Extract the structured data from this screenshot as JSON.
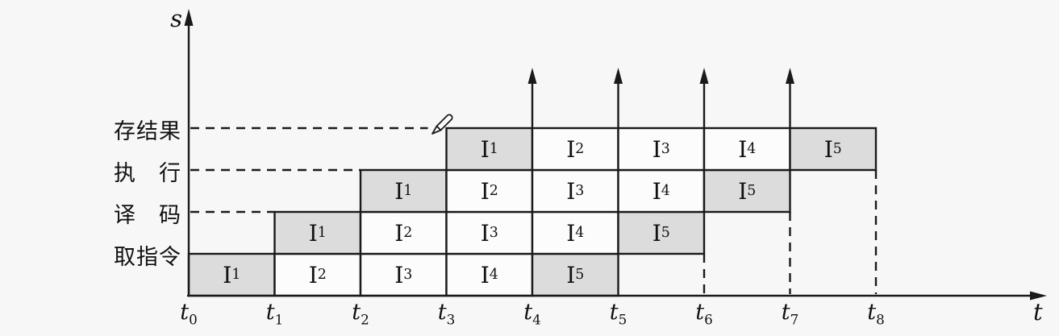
{
  "figure": {
    "type": "instruction-pipeline-timing-diagram",
    "y_axis_label": "s",
    "x_axis_label": "t",
    "colors": {
      "background": "#f7f7f7",
      "line": "#1a1a1a",
      "cell_fill": "#fcfcfc",
      "cell_fill_shaded": "#dcdcdc"
    },
    "ticks": [
      {
        "base": "t",
        "sub": "0"
      },
      {
        "base": "t",
        "sub": "1"
      },
      {
        "base": "t",
        "sub": "2"
      },
      {
        "base": "t",
        "sub": "3"
      },
      {
        "base": "t",
        "sub": "4"
      },
      {
        "base": "t",
        "sub": "5"
      },
      {
        "base": "t",
        "sub": "6"
      },
      {
        "base": "t",
        "sub": "7"
      },
      {
        "base": "t",
        "sub": "8"
      }
    ],
    "stages": [
      {
        "label": "取指令",
        "start_tick": 0,
        "cells": [
          {
            "base": "I",
            "sub": "1",
            "shaded": true
          },
          {
            "base": "I",
            "sub": "2",
            "shaded": false
          },
          {
            "base": "I",
            "sub": "3",
            "shaded": false
          },
          {
            "base": "I",
            "sub": "4",
            "shaded": false
          },
          {
            "base": "I",
            "sub": "5",
            "shaded": true
          }
        ]
      },
      {
        "label": "译　码",
        "start_tick": 1,
        "cells": [
          {
            "base": "I",
            "sub": "1",
            "shaded": true
          },
          {
            "base": "I",
            "sub": "2",
            "shaded": false
          },
          {
            "base": "I",
            "sub": "3",
            "shaded": false
          },
          {
            "base": "I",
            "sub": "4",
            "shaded": false
          },
          {
            "base": "I",
            "sub": "5",
            "shaded": true
          }
        ]
      },
      {
        "label": "执　行",
        "start_tick": 2,
        "cells": [
          {
            "base": "I",
            "sub": "1",
            "shaded": true
          },
          {
            "base": "I",
            "sub": "2",
            "shaded": false
          },
          {
            "base": "I",
            "sub": "3",
            "shaded": false
          },
          {
            "base": "I",
            "sub": "4",
            "shaded": false
          },
          {
            "base": "I",
            "sub": "5",
            "shaded": true
          }
        ]
      },
      {
        "label": "存结果",
        "start_tick": 3,
        "cells": [
          {
            "base": "I",
            "sub": "1",
            "shaded": true
          },
          {
            "base": "I",
            "sub": "2",
            "shaded": false
          },
          {
            "base": "I",
            "sub": "3",
            "shaded": false
          },
          {
            "base": "I",
            "sub": "4",
            "shaded": false
          },
          {
            "base": "I",
            "sub": "5",
            "shaded": true
          }
        ]
      }
    ],
    "completion_arrow_ticks": [
      4,
      5,
      6,
      7
    ],
    "dashed_vertical_ticks": [
      6,
      7,
      8
    ],
    "annotation": {
      "icon": "pencil-icon",
      "at_tick": 3,
      "at_stage": "存结果"
    }
  }
}
